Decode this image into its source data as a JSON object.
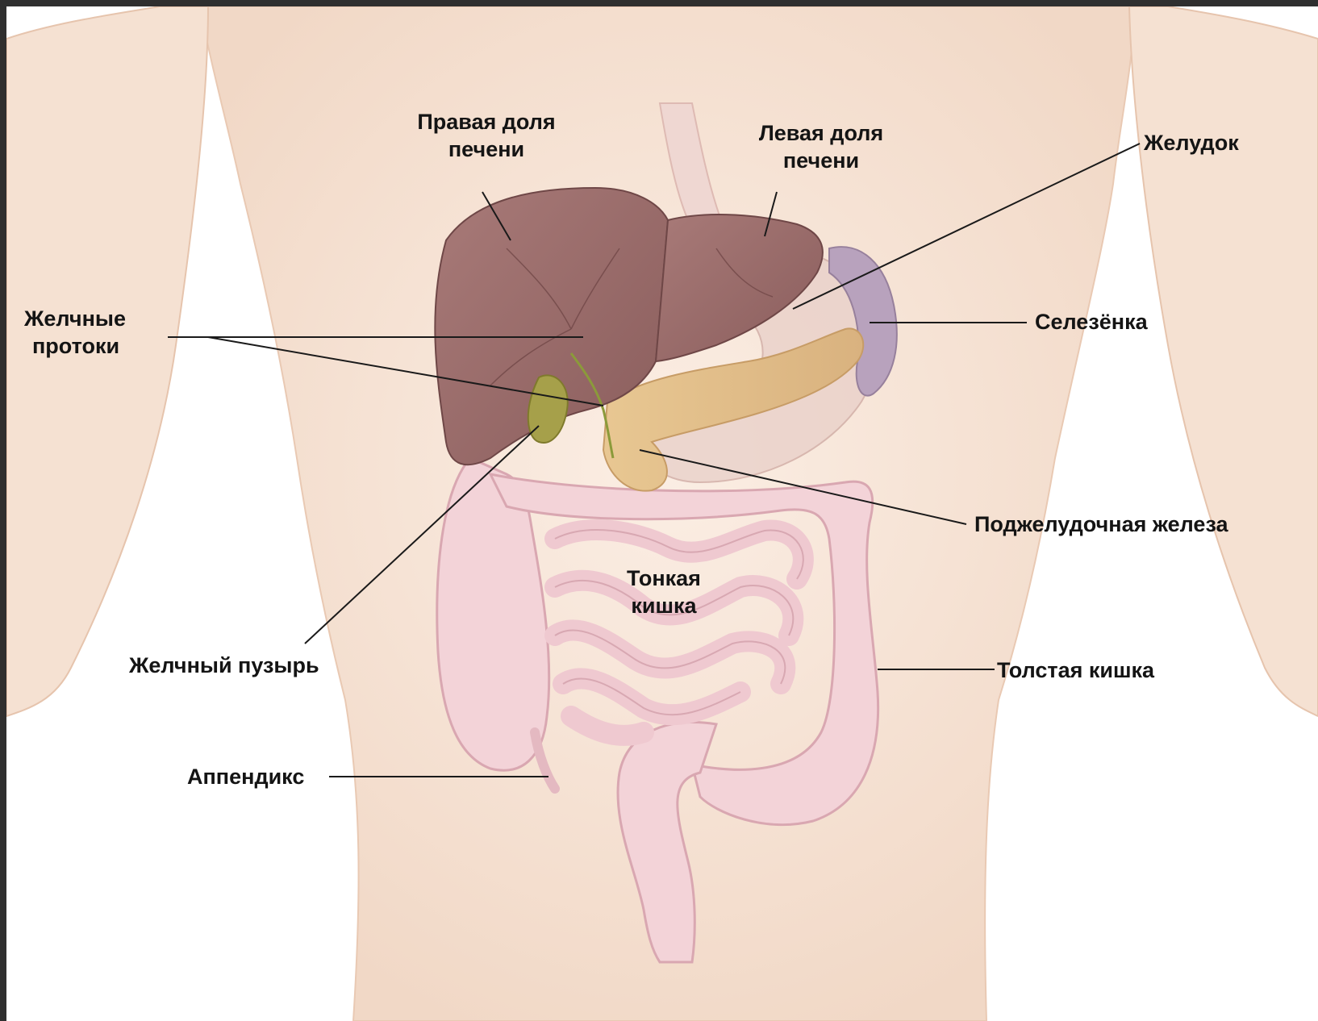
{
  "labels": {
    "right_liver_lobe": [
      "Правая доля",
      "печени"
    ],
    "left_liver_lobe": [
      "Левая доля",
      "печени"
    ],
    "stomach": "Желудок",
    "bile_ducts": [
      "Желчные",
      "протоки"
    ],
    "spleen": "Селезёнка",
    "pancreas": "Поджелудочная железа",
    "small_intestine": [
      "Тонкая",
      "кишка"
    ],
    "gallbladder": "Желчный пузырь",
    "large_intestine": "Толстая кишка",
    "appendix": "Аппендикс"
  },
  "colors": {
    "frame": "#2f2f2f",
    "background": "#ffffff",
    "skin": "#f6e4d6",
    "liver": "#9c6e6c",
    "liver_dark": "#7e5454",
    "pancreas": "#e2c08e",
    "spleen": "#b8a2bd",
    "intestine": "#f3d3d8",
    "intestine_outline": "#d9a7b1",
    "gallbladder": "#a6a04a",
    "leader_line": "#1a1a1a"
  }
}
